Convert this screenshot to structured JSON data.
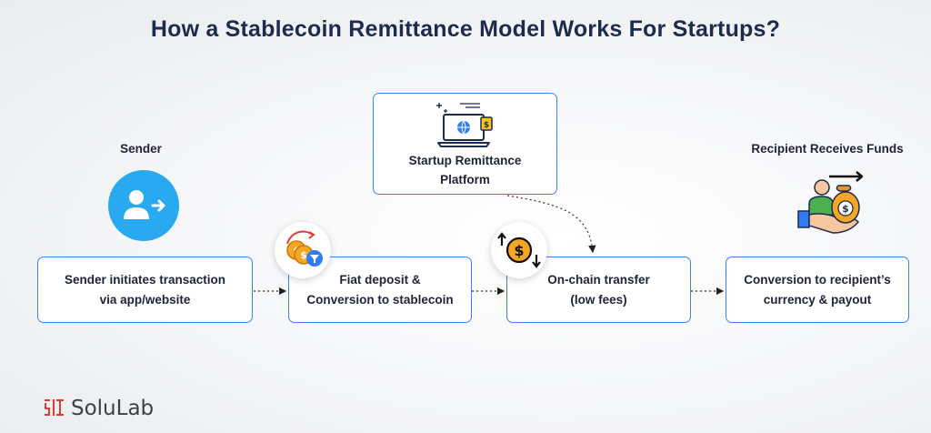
{
  "title": "How a Stablecoin Remittance Model Works For Startups?",
  "sender_label": "Sender",
  "recipient_label": "Recipient Receives Funds",
  "platform": {
    "line1": "Startup Remittance",
    "line2": "Platform"
  },
  "steps": [
    {
      "line1": "Sender initiates transaction",
      "line2": "via app/website"
    },
    {
      "line1": "Fiat deposit &",
      "line2": "Conversion to stablecoin"
    },
    {
      "line1": "On-chain transfer",
      "line2": "(low fees)"
    },
    {
      "line1": "Conversion to recipient’s",
      "line2": "currency & payout"
    }
  ],
  "brand": "SoluLab",
  "colors": {
    "accent": "#3b82f6",
    "sender_icon": "#29a9f0",
    "coin": "#f5a623",
    "dark": "#1d2b4f"
  },
  "icons": [
    "user-send-icon",
    "coin-convert-icon",
    "laptop-globe-icon",
    "dollar-exchange-icon",
    "recipient-money-bag-icon",
    "solulab-logo-icon"
  ]
}
